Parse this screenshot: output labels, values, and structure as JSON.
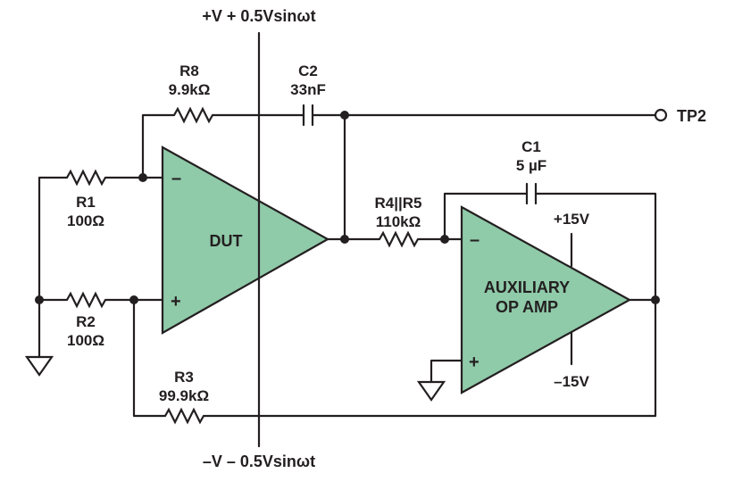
{
  "supply": {
    "top": "+V + 0.5Vsinωt",
    "bottom": "–V – 0.5Vsinωt"
  },
  "components": {
    "r8": {
      "name": "R8",
      "value": "9.9kΩ"
    },
    "c2": {
      "name": "C2",
      "value": "33nF"
    },
    "r1": {
      "name": "R1",
      "value": "100Ω"
    },
    "r2": {
      "name": "R2",
      "value": "100Ω"
    },
    "r3": {
      "name": "R3",
      "value": "99.9kΩ"
    },
    "r45": {
      "name": "R4||R5",
      "value": "110kΩ"
    },
    "c1": {
      "name": "C1",
      "value": "5 µF"
    }
  },
  "amps": {
    "dut": {
      "label": "DUT",
      "minus": "–",
      "plus": "+"
    },
    "aux": {
      "line1": "AUXILIARY",
      "line2": "OP AMP",
      "minus": "–",
      "plus": "+",
      "vpos": "+15V",
      "vneg": "–15V"
    }
  },
  "test_point": "TP2",
  "colors": {
    "amp_fill": "#8fcaa9",
    "line": "#231f20"
  }
}
